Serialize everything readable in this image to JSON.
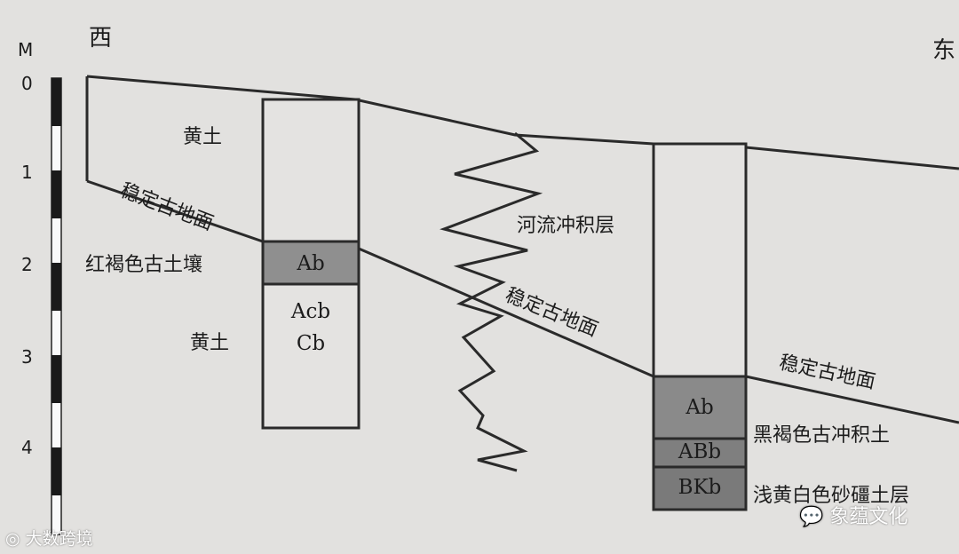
{
  "scale": {
    "unit": "M",
    "ticks": [
      "0",
      "1",
      "2",
      "3",
      "4"
    ]
  },
  "directions": {
    "west": "西",
    "east": "东"
  },
  "labels": {
    "loess_top": "黄土",
    "paleosurface_west": "稳定古地面",
    "red_brown_soil": "红褐色古土壤",
    "loess_lower": "黄土",
    "river_deposit": "河流冲积层",
    "paleosurface_mid": "稳定古地面",
    "paleosurface_east": "稳定古地面",
    "dark_brown_alluvium": "黑褐色古冲积土",
    "pale_yellow_layer": "浅黄白色砂礓土层"
  },
  "west_column": {
    "horizon_ab": "Ab",
    "horizon_acb": "Acb",
    "horizon_cb": "Cb"
  },
  "east_column": {
    "horizon_ab": "Ab",
    "horizon_abb": "ABb",
    "horizon_bkb": "BKb"
  },
  "watermarks": {
    "left": "大数跨境",
    "right": "象蕴文化"
  },
  "colors": {
    "background": "#e2e1df",
    "line": "#2a2a2a",
    "shaded_horizon": "#8f8f8f",
    "dark_horizon": "#7a7a7a"
  }
}
